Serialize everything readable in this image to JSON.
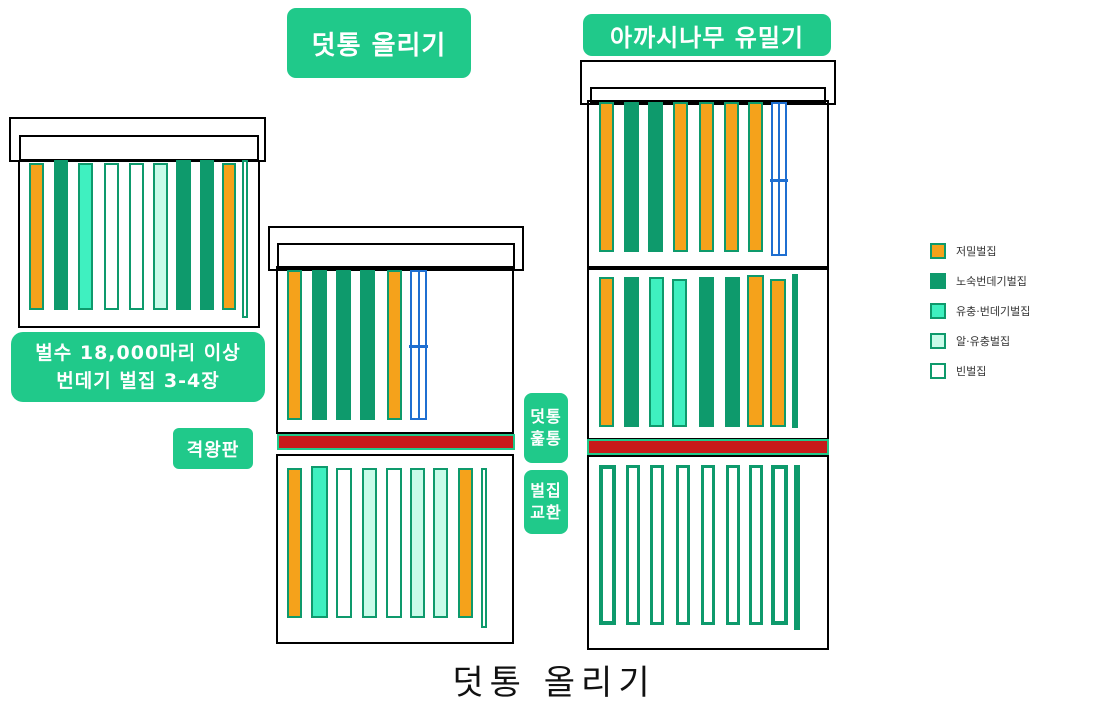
{
  "labels": {
    "top_center": "덧통 올리기",
    "top_right": "아까시나무 유밀기",
    "left_info_line1": "벌수 18,000마리 이상",
    "left_info_line2": "번데기 벌집 3-4장",
    "excluder": "격왕판",
    "middle_top_line1": "덧통",
    "middle_top_line2": "훑통",
    "middle_bottom_line1": "벌집",
    "middle_bottom_line2": "교환",
    "caption": "덧통 올리기"
  },
  "legend": [
    {
      "label": "저밀벌집",
      "color": "#f5a21b"
    },
    {
      "label": "노숙번데기벌집",
      "color": "#0e9a6c"
    },
    {
      "label": "유충·번데기벌집",
      "color": "#3ff0c0"
    },
    {
      "label": "알·유충벌집",
      "color": "#c8fbe9"
    },
    {
      "label": "빈벌집",
      "color": "#ffffff"
    }
  ],
  "colors": {
    "pill": "#20c98a",
    "honey": "#f5a21b",
    "capped": "#0e9a6c",
    "larva": "#3ff0c0",
    "egg": "#c8fbe9",
    "empty": "#ffffff",
    "frame_border": "#0e9a6c",
    "excluder": "#c81a1a",
    "foundation": "#1f6fd1"
  }
}
